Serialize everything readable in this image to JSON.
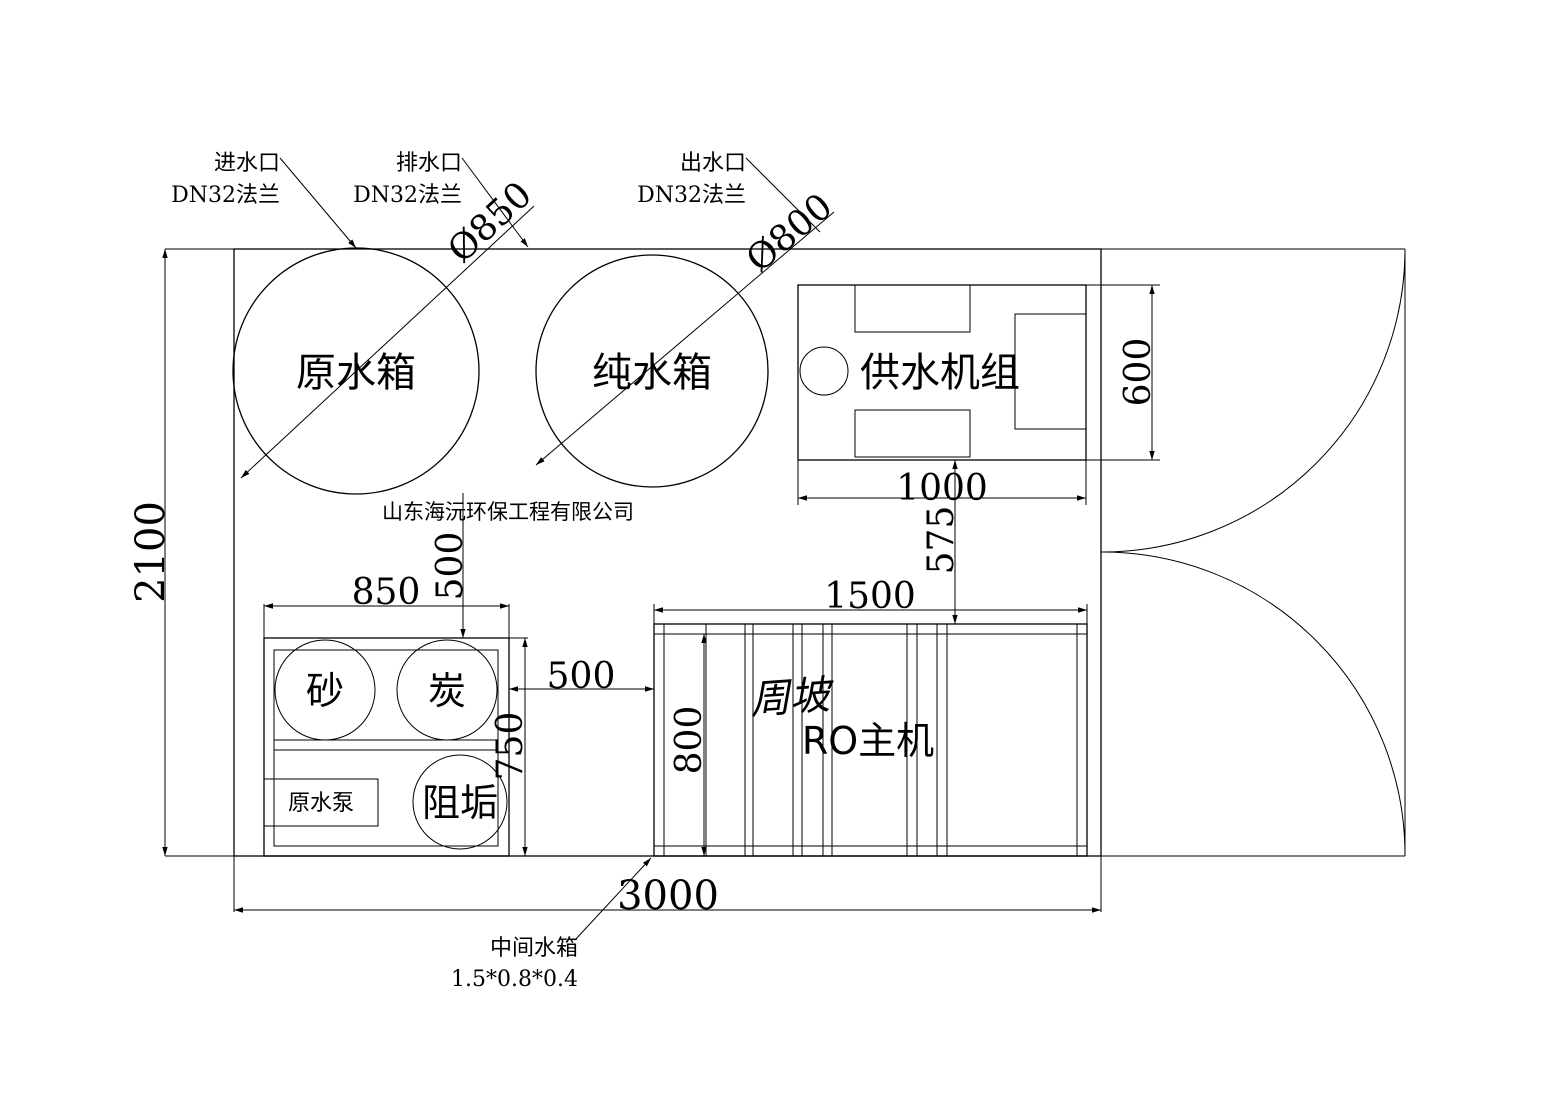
{
  "equipment": {
    "raw_tank": "原水箱",
    "pure_tank": "纯水箱",
    "supply_unit": "供水机组",
    "sand": "砂",
    "carbon": "炭",
    "antiscalant": "阻垢",
    "raw_pump": "原水泵",
    "ro_host": "RO主机"
  },
  "callouts": {
    "inlet_title": "进水口",
    "inlet_spec": "DN32法兰",
    "drain_title": "排水口",
    "drain_spec": "DN32法兰",
    "outlet_title": "出水口",
    "outlet_spec": "DN32法兰",
    "mid_tank_title": "中间水箱",
    "mid_tank_spec": "1.5*0.8*0.4"
  },
  "company": "山东海沅环保工程有限公司",
  "signature": "周坡",
  "dimensions": {
    "room_width": "3000",
    "room_depth": "2100",
    "raw_tank_dia": "Ø850",
    "pure_tank_dia": "Ø800",
    "supply_width": "1000",
    "supply_depth": "600",
    "gap_supply_ro": "575",
    "ro_width": "1500",
    "ro_depth": "800",
    "filter_width": "850",
    "filter_depth": "750",
    "gap_filter_ro": "500",
    "gap_tank_filter": "500"
  }
}
